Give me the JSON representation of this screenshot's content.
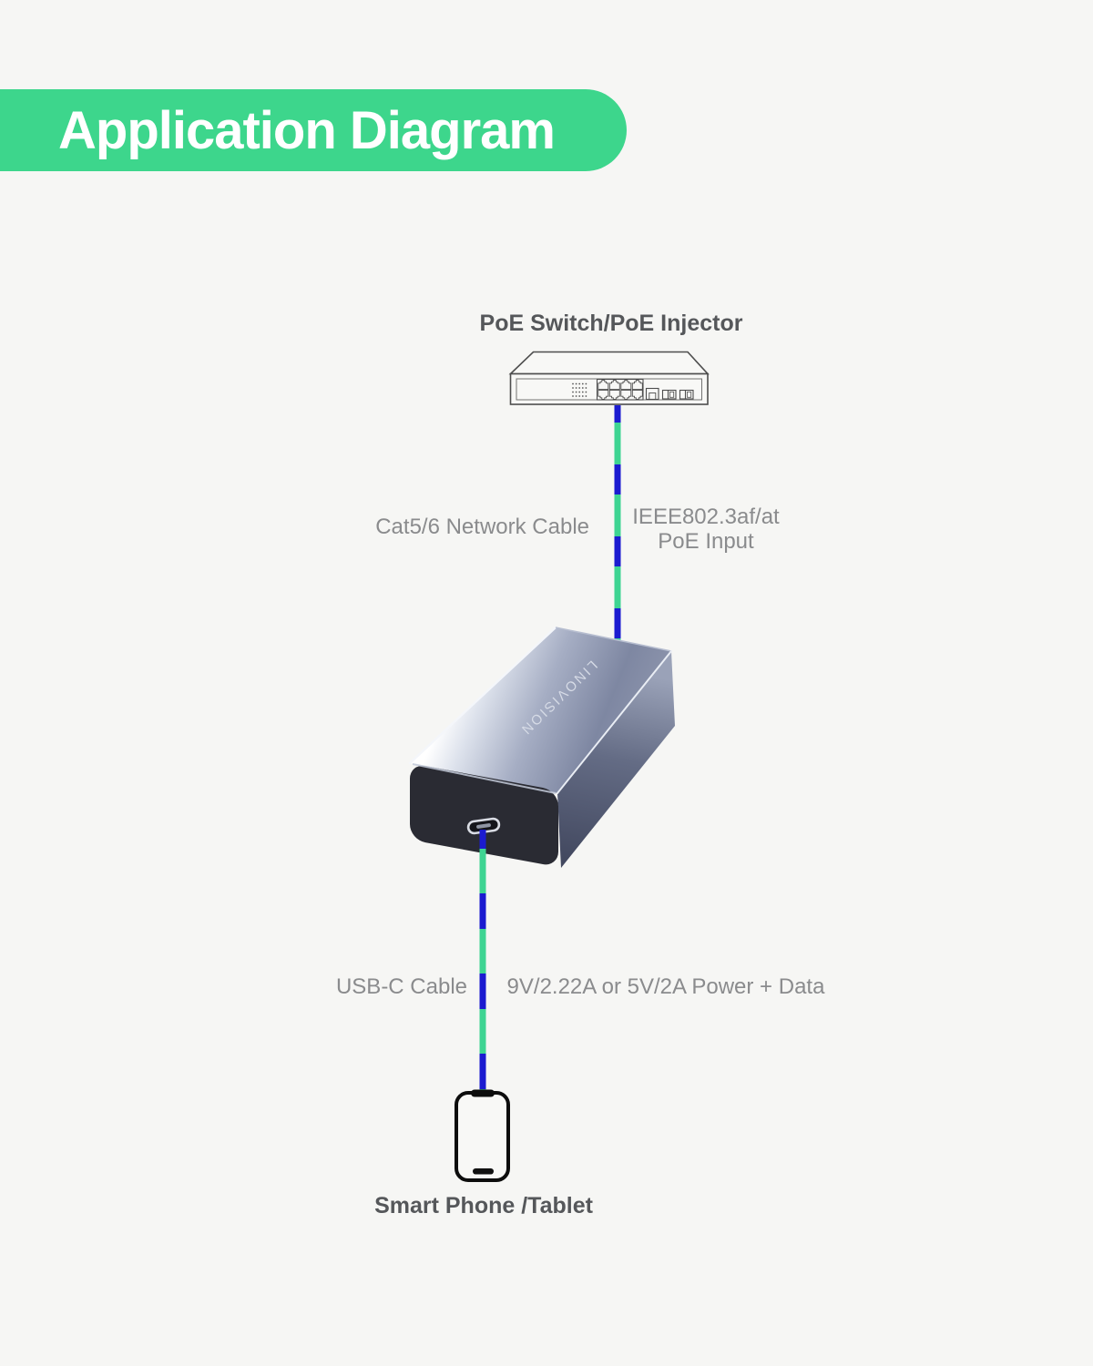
{
  "colors": {
    "background": "#f6f6f4",
    "banner_green": "#3dd68c",
    "cable_green": "#3ed492",
    "cable_blue": "#1b1bd0",
    "heading_text": "#55575a",
    "label_text": "#8a8b8d"
  },
  "banner": {
    "title": "Application Diagram"
  },
  "diagram": {
    "poe_switch": {
      "label": "PoE Switch/PoE Injector"
    },
    "poe_cable": {
      "left_label": "Cat5/6 Network Cable",
      "right_label_line1": "IEEE802.3af/at",
      "right_label_line2": "PoE Input"
    },
    "converter": {
      "brand": "LINOVISION"
    },
    "usb_cable": {
      "left_label": "USB-C Cable",
      "right_label": "9V/2.22A or 5V/2A Power + Data"
    },
    "phone": {
      "label": "Smart Phone /Tablet"
    }
  }
}
